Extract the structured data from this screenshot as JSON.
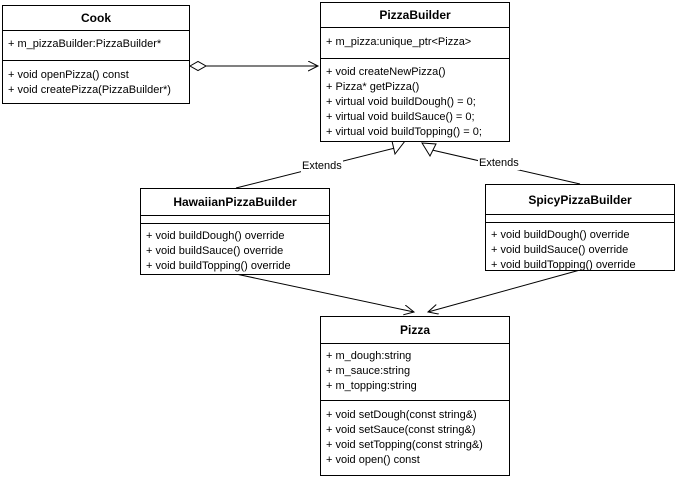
{
  "classes": {
    "cook": {
      "name": "Cook",
      "attributes": [
        "+ m_pizzaBuilder:PizzaBuilder*"
      ],
      "methods": [
        "+ void openPizza() const",
        "+ void createPizza(PizzaBuilder*)"
      ]
    },
    "pizza_builder": {
      "name": "PizzaBuilder",
      "attributes": [
        "+ m_pizza:unique_ptr<Pizza>"
      ],
      "methods": [
        "+ void createNewPizza()",
        "+ Pizza* getPizza()",
        "+ virtual void buildDough() = 0;",
        "+ virtual void buildSauce() = 0;",
        "+ virtual void buildTopping() = 0;"
      ]
    },
    "hawaiian": {
      "name": "HawaiianPizzaBuilder",
      "attributes": [],
      "methods": [
        "+ void buildDough() override",
        "+ void buildSauce() override",
        "+ void buildTopping() override"
      ]
    },
    "spicy": {
      "name": "SpicyPizzaBuilder",
      "attributes": [],
      "methods": [
        "+ void buildDough() override",
        "+ void buildSauce() override",
        "+ void buildTopping() override"
      ]
    },
    "pizza": {
      "name": "Pizza",
      "attributes": [
        "+ m_dough:string",
        "+ m_sauce:string",
        "+ m_topping:string"
      ],
      "methods": [
        "+ void setDough(const string&)",
        "+ void setSauce(const string&)",
        "+ void setTopping(const string&)",
        "+ void open() const"
      ]
    }
  },
  "edge_labels": {
    "extends_left": "Extends",
    "extends_right": "Extends"
  }
}
